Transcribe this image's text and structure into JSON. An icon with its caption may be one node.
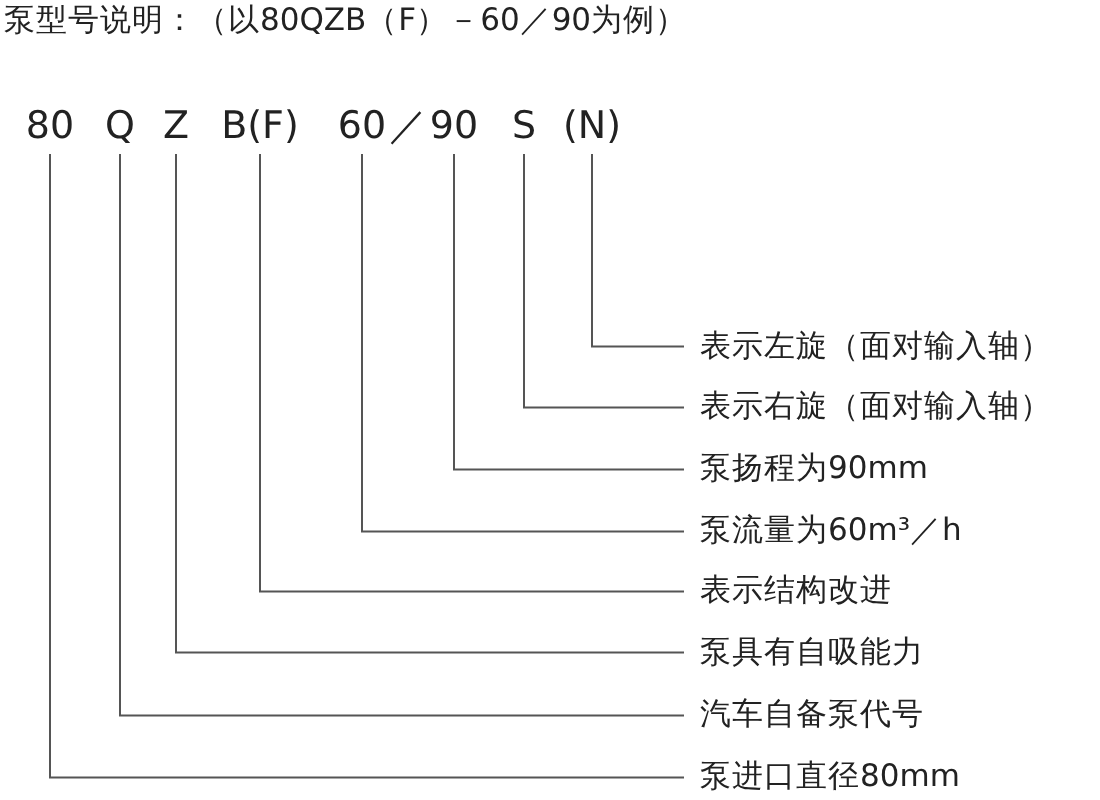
{
  "diagram": {
    "title": "泵型号说明：（以80QZB（F）－60／90为例）",
    "nodes": [
      {
        "text": [
          "80"
        ]
      },
      {
        "text": [
          "Q"
        ]
      },
      {
        "text": [
          "Z"
        ]
      },
      {
        "text": [
          "B(F)"
        ]
      },
      {
        "text": [
          "60"
        ]
      },
      {
        "text": [
          "90"
        ]
      },
      {
        "text": [
          "S"
        ]
      },
      {
        "text": [
          "(N)"
        ]
      },
      {
        "text": [
          "表示左旋（面对输入轴）"
        ]
      },
      {
        "text": [
          "表示右旋（面对输入轴）"
        ]
      },
      {
        "text": [
          "泵扬程为90mm"
        ]
      },
      {
        "text": [
          "泵流量为60m³／h"
        ]
      },
      {
        "text": [
          "表示结构改进"
        ]
      },
      {
        "text": [
          "泵具有自吸能力"
        ]
      },
      {
        "text": [
          "汽车自备泵代号"
        ]
      },
      {
        "text": [
          "泵进口直径80mm"
        ]
      }
    ],
    "edges": [
      {
        "from": 7,
        "to": 8,
        "arrow": "none"
      },
      {
        "from": 6,
        "to": 9,
        "arrow": "none"
      },
      {
        "from": 5,
        "to": 10,
        "arrow": "none"
      },
      {
        "from": 4,
        "to": 11,
        "arrow": "none"
      },
      {
        "from": 3,
        "to": 12,
        "arrow": "none"
      },
      {
        "from": 2,
        "to": 13,
        "arrow": "none"
      },
      {
        "from": 1,
        "to": 14,
        "arrow": "none"
      },
      {
        "from": 0,
        "to": 15,
        "arrow": "none"
      }
    ],
    "labels": [
      "／"
    ]
  }
}
